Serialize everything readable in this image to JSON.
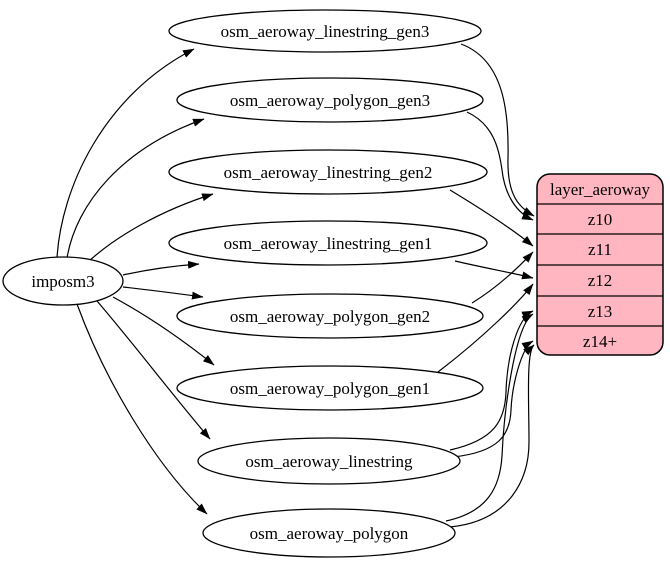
{
  "diagram": {
    "kind": "etl-graph",
    "source": {
      "label": "imposm3"
    },
    "tables": [
      {
        "label": "osm_aeroway_linestring_gen3"
      },
      {
        "label": "osm_aeroway_polygon_gen3"
      },
      {
        "label": "osm_aeroway_linestring_gen2"
      },
      {
        "label": "osm_aeroway_linestring_gen1"
      },
      {
        "label": "osm_aeroway_polygon_gen2"
      },
      {
        "label": "osm_aeroway_polygon_gen1"
      },
      {
        "label": "osm_aeroway_linestring"
      },
      {
        "label": "osm_aeroway_polygon"
      }
    ],
    "layer": {
      "title": "layer_aeroway",
      "rows": [
        "z10",
        "z11",
        "z12",
        "z13",
        "z14+"
      ]
    },
    "edges": [
      {
        "from": "imposm3",
        "to": "osm_aeroway_linestring_gen3"
      },
      {
        "from": "imposm3",
        "to": "osm_aeroway_polygon_gen3"
      },
      {
        "from": "imposm3",
        "to": "osm_aeroway_linestring_gen2"
      },
      {
        "from": "imposm3",
        "to": "osm_aeroway_linestring_gen1"
      },
      {
        "from": "imposm3",
        "to": "osm_aeroway_polygon_gen2"
      },
      {
        "from": "imposm3",
        "to": "osm_aeroway_polygon_gen1"
      },
      {
        "from": "imposm3",
        "to": "osm_aeroway_linestring"
      },
      {
        "from": "imposm3",
        "to": "osm_aeroway_polygon"
      },
      {
        "from": "osm_aeroway_linestring_gen3",
        "to": "layer_aeroway:z10"
      },
      {
        "from": "osm_aeroway_polygon_gen3",
        "to": "layer_aeroway:z10"
      },
      {
        "from": "osm_aeroway_linestring_gen2",
        "to": "layer_aeroway:z11"
      },
      {
        "from": "osm_aeroway_polygon_gen2",
        "to": "layer_aeroway:z11"
      },
      {
        "from": "osm_aeroway_linestring_gen1",
        "to": "layer_aeroway:z12"
      },
      {
        "from": "osm_aeroway_polygon_gen1",
        "to": "layer_aeroway:z12"
      },
      {
        "from": "osm_aeroway_linestring",
        "to": "layer_aeroway:z13"
      },
      {
        "from": "osm_aeroway_linestring",
        "to": "layer_aeroway:z14+"
      },
      {
        "from": "osm_aeroway_polygon",
        "to": "layer_aeroway:z13"
      },
      {
        "from": "osm_aeroway_polygon",
        "to": "layer_aeroway:z14+"
      }
    ],
    "colors": {
      "background": "#ffffff",
      "table_fill": "#ffffff",
      "layer_fill": "#ffb6c1",
      "stroke": "#000000"
    }
  }
}
